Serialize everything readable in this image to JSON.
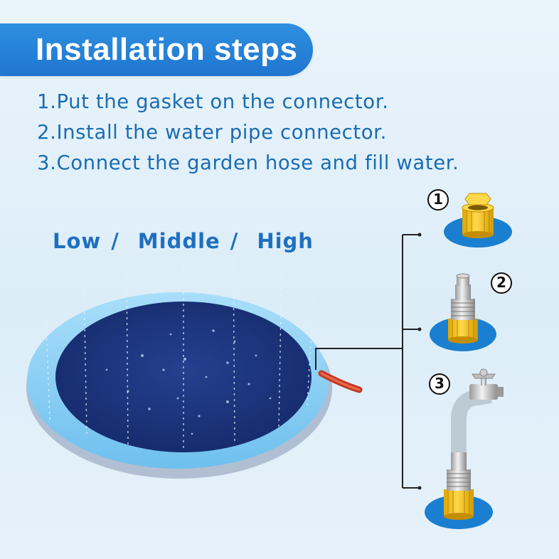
{
  "header": {
    "title": "Installation steps"
  },
  "steps": [
    "1.Put the gasket on the connector.",
    "2.Install the water pipe connector.",
    "3.Connect the garden hose and fill water."
  ],
  "spray_levels": {
    "low": "Low",
    "middle": "Middle",
    "high": "High",
    "separator": "/"
  },
  "callouts": [
    "1",
    "2",
    "3"
  ],
  "colors": {
    "banner": "#1f76d0",
    "text_blue": "#1a6cb3",
    "pad_ring": "#8fd2f5",
    "pad_inner": "#1b2f7a",
    "connector_yellow": "#f5c518",
    "base_blue": "#1a7fd0",
    "hose_red": "#d6482f"
  }
}
